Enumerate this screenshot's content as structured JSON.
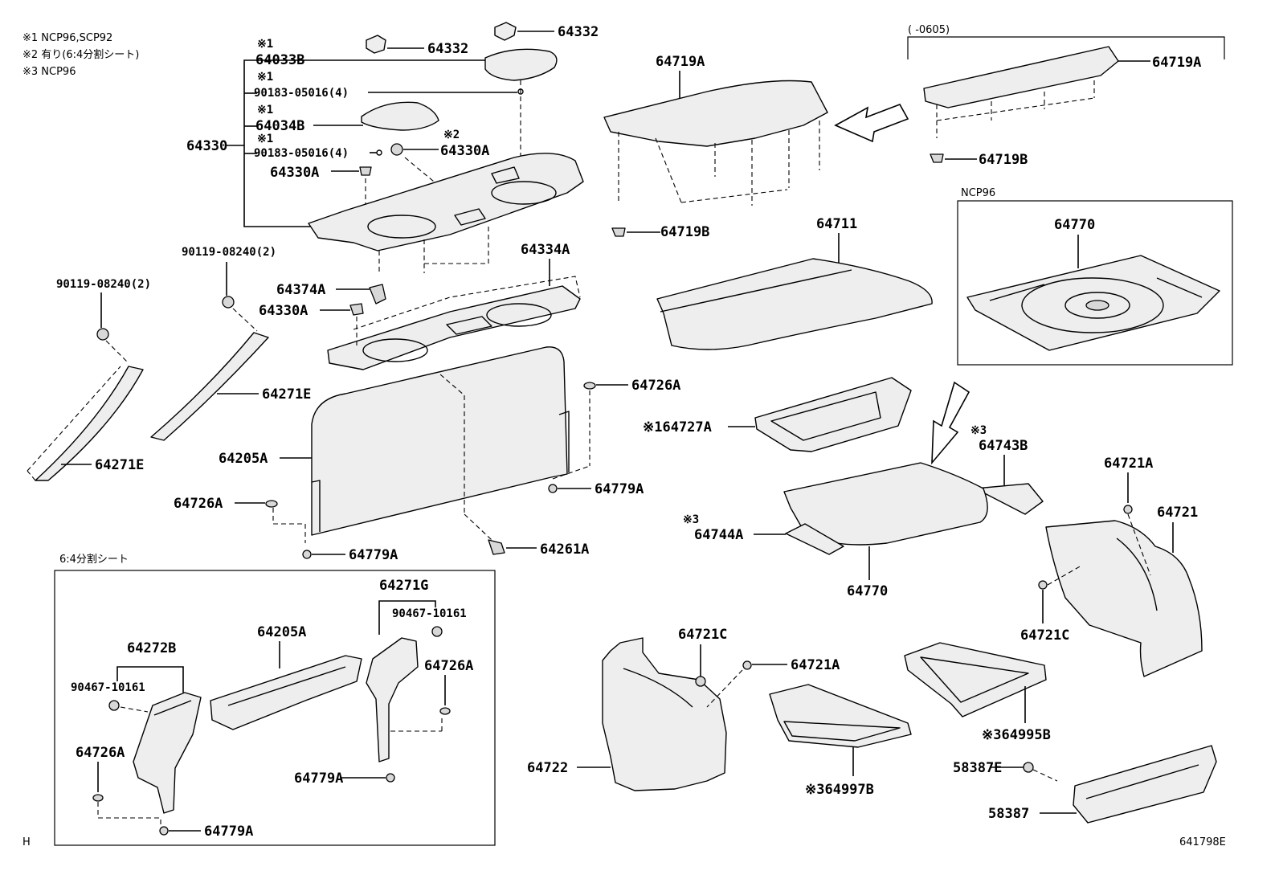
{
  "notes": {
    "n1": "※1 NCP96,SCP92",
    "n2": "※2 有り(6:4分割シート)",
    "n3": "※3 NCP96",
    "range": "(     -0605)",
    "ncp96_box": "NCP96",
    "split_box": "6:4分割シート",
    "corner_h": "H",
    "diagram_id": "641798E"
  },
  "labels": {
    "p64332_a": "64332",
    "p64332_b": "64332",
    "mark_64033B": "※1",
    "p64033B": "64033B",
    "mark_90183_a": "※1",
    "p90183_a": "90183-05016(4)",
    "mark_64034B": "※1",
    "p64034B": "64034B",
    "mark_90183_b": "※1",
    "p90183_b": "90183-05016(4)",
    "mark_64330A_top": "※2",
    "p64330A_top": "64330A",
    "p64330": "64330",
    "p64330A_left": "64330A",
    "p90119_a": "90119-08240(2)",
    "p90119_b": "90119-08240(2)",
    "p64334A": "64334A",
    "p64374A": "64374A",
    "p64330A_mid": "64330A",
    "p64271E_a": "64271E",
    "p64271E_b": "64271E",
    "p64205A": "64205A",
    "p64726A_a": "64726A",
    "p64726A_b": "64726A",
    "p64779A_a": "64779A",
    "p64779A_b": "64779A",
    "p64261A": "64261A",
    "p64719A_a": "64719A",
    "p64719A_b": "64719A",
    "p64719B_a": "64719B",
    "p64719B_b": "64719B",
    "p64711": "64711",
    "p64770_box": "64770",
    "p64727A": "※164727A",
    "mark_64743B": "※3",
    "p64743B": "64743B",
    "mark_64744A": "※3",
    "p64744A": "64744A",
    "p64770": "64770",
    "p64721A_a": "64721A",
    "p64721": "64721",
    "p64721C_a": "64721C",
    "p64721C_b": "64721C",
    "p64721A_b": "64721A",
    "p64722": "64722",
    "p64997B": "※364997B",
    "p64995B": "※364995B",
    "p58387E": "58387E",
    "p58387": "58387",
    "p64271G": "64271G",
    "p90467_a": "90467-10161",
    "p64205A_s": "64205A",
    "p64726A_s": "64726A",
    "p64272B": "64272B",
    "p90467_b": "90467-10161",
    "p64726A_s2": "64726A",
    "p64779A_s": "64779A",
    "p64779A_s2": "64779A"
  }
}
